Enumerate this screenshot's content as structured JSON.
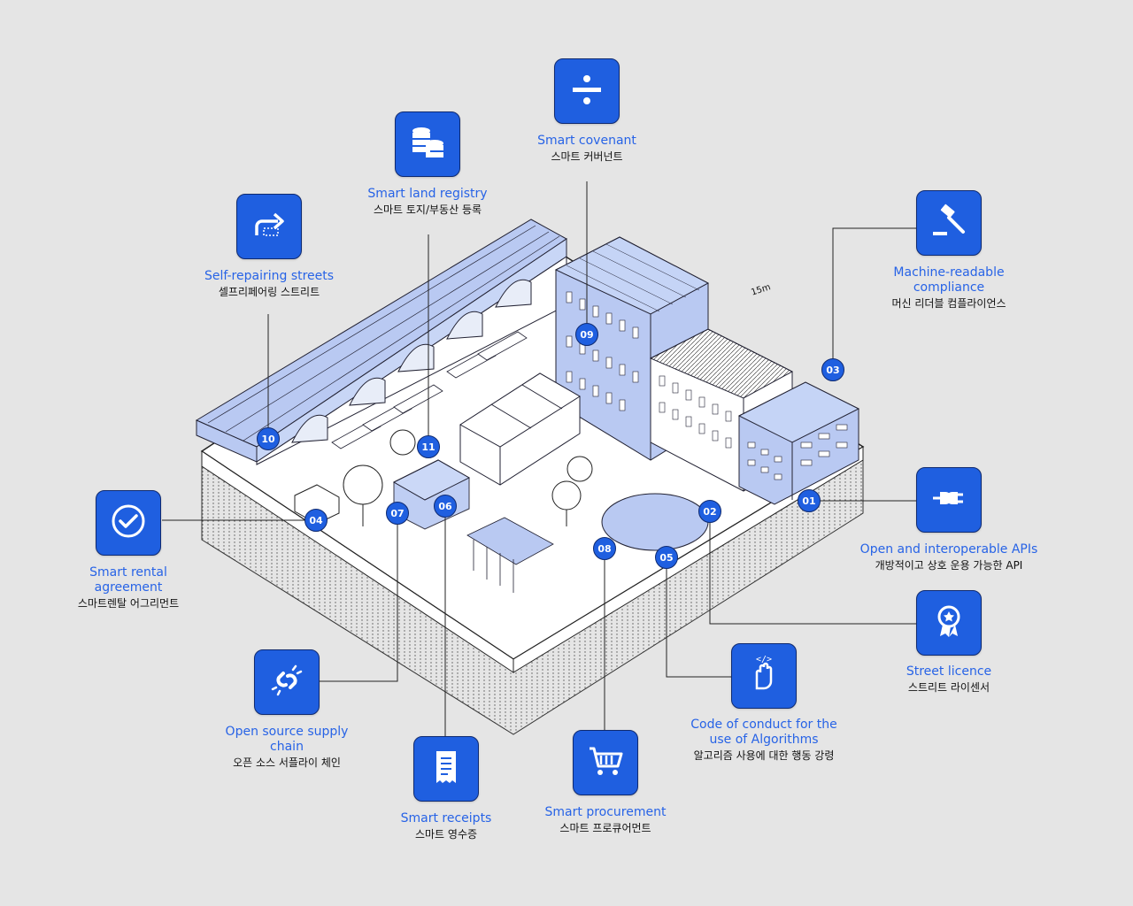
{
  "features": [
    {
      "id": "open-apis",
      "marker": "01",
      "en": "Open and interoperable APIs",
      "ko": "개방적이고 상호 운용 가능한 API",
      "icon": "plug-icon"
    },
    {
      "id": "street-licence",
      "marker": "02",
      "en": "Street licence",
      "ko": "스트리트 라이센서",
      "icon": "award-ribbon-icon"
    },
    {
      "id": "machine-compliance",
      "marker": "03",
      "en": "Machine-readable compliance",
      "ko": "머신 리더블 컴플라이언스",
      "icon": "gavel-icon"
    },
    {
      "id": "smart-rental",
      "marker": "04",
      "en": "Smart rental agreement",
      "ko": "스마트렌탈 어그리먼트",
      "icon": "check-circle-icon"
    },
    {
      "id": "code-of-conduct",
      "marker": "05",
      "en": "Code of conduct for the use of Algorithms",
      "ko": "알고리즘 사용에 대한 행동 강령",
      "icon": "hand-code-icon"
    },
    {
      "id": "smart-receipts",
      "marker": "06",
      "en": "Smart receipts",
      "ko": "스마트 영수증",
      "icon": "receipt-icon"
    },
    {
      "id": "open-source-supply",
      "marker": "07",
      "en": "Open source supply chain",
      "ko": "오픈 소스 서플라이 체인",
      "icon": "broken-link-icon"
    },
    {
      "id": "smart-procurement",
      "marker": "08",
      "en": "Smart procurement",
      "ko": "스마트 프로큐어먼트",
      "icon": "shopping-cart-icon"
    },
    {
      "id": "smart-covenant",
      "marker": "09",
      "en": "Smart covenant",
      "ko": "스마트 커버넌트",
      "icon": "divide-icon"
    },
    {
      "id": "self-repairing",
      "marker": "10",
      "en": "Self-repairing streets",
      "ko": "셀프리페어링 스트리트",
      "icon": "arrow-repair-icon"
    },
    {
      "id": "land-registry",
      "marker": "11",
      "en": "Smart land registry",
      "ko": "스마트 토지/부동산 등록",
      "icon": "coin-stack-icon"
    }
  ],
  "annotations": {
    "dimension": "15m"
  },
  "colors": {
    "accent": "#1f5fe0",
    "accent_text": "#2763e6",
    "background": "#e5e5e5",
    "building_fill": "#b9c9f2"
  }
}
